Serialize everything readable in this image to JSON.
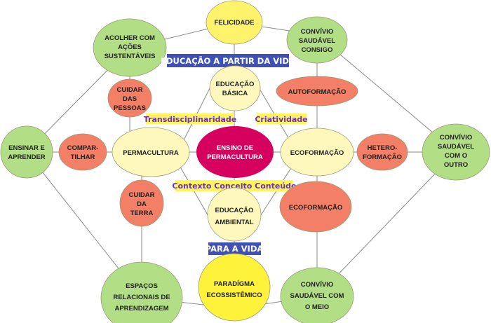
{
  "colors": {
    "green": "#b2de85",
    "salmon": "#f27f66",
    "pale_yellow": "#fff8bd",
    "yellow": "#fff36b",
    "bright_yellow": "#fff23a",
    "magenta": "#d6005f",
    "banner_blue": "#3f51b5",
    "label_bg": "#fff45a",
    "label_text": "#6a2fc1"
  },
  "nodes": {
    "felicidade": [
      "FELICIDADE"
    ],
    "acolher": [
      "ACOLHER COM",
      "AÇÕES",
      "SUSTENTÁVEIS"
    ],
    "convivio_consigo": [
      "CONVÍVIO",
      "SAUDÁVEL",
      "CONSIGO"
    ],
    "educacao_basica": [
      "EDUCAÇÃO",
      "BÁSICA"
    ],
    "cuidar_pessoas": [
      "CUIDAR",
      "DAS",
      "PESSOAS"
    ],
    "autoformacao": [
      "AUTOFORMAÇÃO"
    ],
    "ensinar": [
      "ENSINAR E",
      "APRENDER"
    ],
    "compartilhar": [
      "COMPAR-",
      "TILHAR"
    ],
    "permacultura": [
      "PERMACULTURA"
    ],
    "ensino_permacultura": [
      "ENSINO DE",
      "PERMACULTURA"
    ],
    "ecoformacao": [
      "ECOFORMAÇÃO"
    ],
    "heteroformacao": [
      "HETERO-",
      "FORMAÇÃO"
    ],
    "convivio_outro": [
      "CONVÍVIO",
      "SAUDÁVEL",
      "COM O",
      "OUTRO"
    ],
    "cuidar_terra": [
      "CUIDAR",
      "DA",
      "TERRA"
    ],
    "ecoformacao2": [
      "ECOFORMAÇÃO"
    ],
    "educacao_ambiental": [
      "EDUCAÇÃO",
      "AMBIENTAL"
    ],
    "espacos": [
      "ESPAÇOS",
      "RELACIONAIS DE",
      "APRENDIZAGEM"
    ],
    "convivio_meio": [
      "CONVÍVIO",
      "SAUDÁVEL COM",
      "O MEIO"
    ],
    "paradigma": [
      "PARADÍGMA",
      "ECOSSISTÊMICO"
    ]
  },
  "labels": {
    "banner_top": "EDUCAÇÃO A PARTIR DA VIDA",
    "banner_bottom": "PARA A VIDA",
    "transdisciplinaridade": "Transdisciplinaridade",
    "criatividade": "Criatividade",
    "contexto": "Contexto Conceito Conteúdo"
  }
}
